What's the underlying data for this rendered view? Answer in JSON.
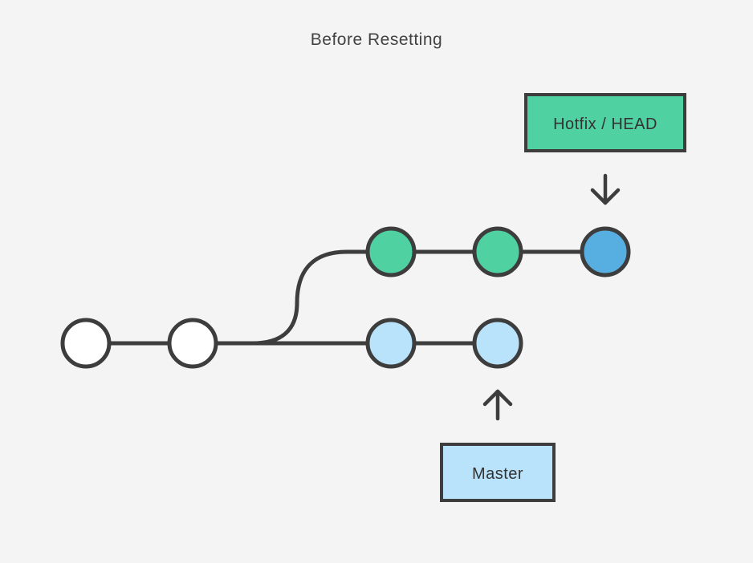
{
  "title": "Before Resetting",
  "labels": {
    "hotfix_head": "Hotfix / HEAD",
    "master": "Master"
  },
  "colors": {
    "background": "#f4f4f4",
    "stroke": "#3d3d3d",
    "commit_base": "#ffffff",
    "commit_hotfix": "#4fd1a1",
    "commit_head": "#57aee1",
    "commit_master": "#b9e2fb",
    "label_hotfix": "#4fd1a1",
    "label_master": "#b9e2fb"
  }
}
